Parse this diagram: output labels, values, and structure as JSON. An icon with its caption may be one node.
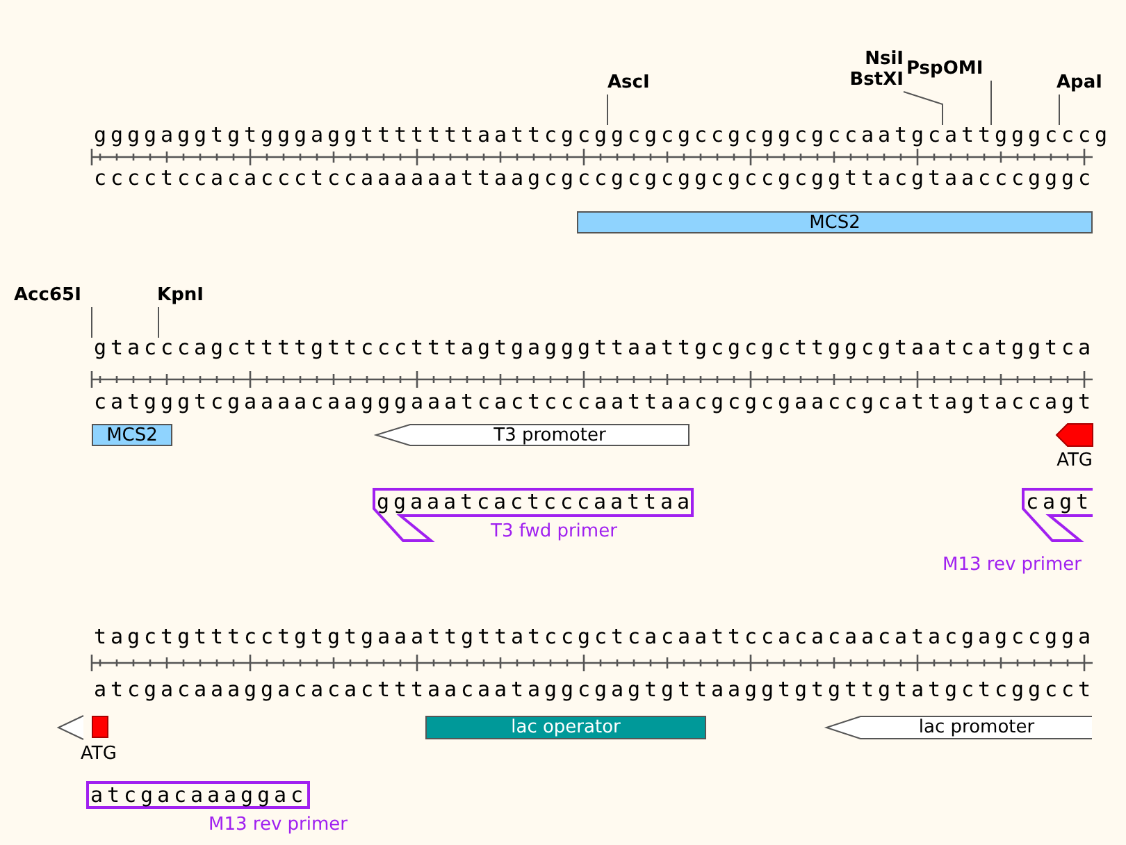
{
  "diagram": {
    "nodes": [
      {
        "text": [
          "AscI"
        ]
      },
      {
        "text": [
          "NsiI",
          "BstXI"
        ]
      },
      {
        "text": [
          "PspOMI"
        ]
      },
      {
        "text": [
          "ApaI"
        ]
      },
      {
        "text": [
          "MCS2"
        ]
      },
      {
        "text": [
          "Acc65I"
        ]
      },
      {
        "text": [
          "KpnI"
        ]
      },
      {
        "text": [
          "MCS2"
        ]
      },
      {
        "text": [
          "T3 promoter"
        ]
      },
      {
        "text": [
          "ATG"
        ]
      },
      {
        "text": [
          "ggaaatcactcccaattaa"
        ],
        "beside": [
          "T3 fwd primer"
        ]
      },
      {
        "text": [
          "cagt"
        ],
        "beside": [
          "M13 rev primer"
        ]
      },
      {
        "text": [
          "ATG"
        ]
      },
      {
        "text": [
          "lac operator"
        ]
      },
      {
        "text": [
          "lac promoter"
        ]
      },
      {
        "text": [
          "atcgacaaaggac"
        ],
        "beside": [
          "M13 rev primer"
        ]
      },
      {
        "text": [
          "ggggaggtgtgggaggtttttttaattcgcggcgcgccgcggcgccaatgcattgggcccg"
        ]
      },
      {
        "text": [
          "gtacccagcttttgttccctttagtgagggttaattgcgcgcttggcgtaatcatggtca"
        ]
      }
    ],
    "edges": [
      {
        "from": 0,
        "to": 16,
        "arrow": "none"
      },
      {
        "from": 1,
        "to": 16,
        "arrow": "none"
      },
      {
        "from": 2,
        "to": 16,
        "arrow": "none"
      },
      {
        "from": 3,
        "to": 16,
        "arrow": "none"
      },
      {
        "from": 5,
        "to": 17,
        "arrow": "none"
      },
      {
        "from": 6,
        "to": 17,
        "arrow": "none"
      }
    ],
    "labels": [
      "cccctccacaccctccaaaaaattaagcgccgcgcggcgccgcggttacgtaacccgggc",
      "catgggtcgaaaacaagggaaatcactcccaattaacgcgcgaaccgcattagtaccagt",
      "tagctgtttcctgtgtgaaattgttatccgctcacaattccacacaacatacgagccgga",
      "atcgacaaaggacacactttaacaataggcgagtgttaaggtgtgttgtatgctcggcct"
    ]
  }
}
